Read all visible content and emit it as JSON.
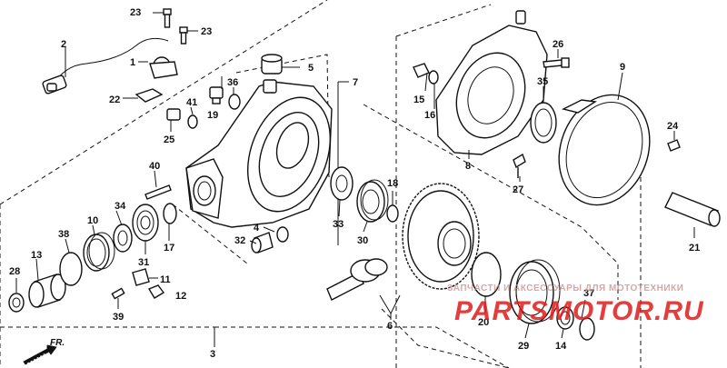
{
  "diagram": {
    "labels": {
      "p1": "1",
      "p2": "2",
      "p3": "3",
      "p4": "4",
      "p5": "5",
      "p6": "6",
      "p7": "7",
      "p8": "8",
      "p9": "9",
      "p10": "10",
      "p11": "11",
      "p12": "12",
      "p13": "13",
      "p14": "14",
      "p15": "15",
      "p16": "16",
      "p17": "17",
      "p18": "18",
      "p19": "19",
      "p20": "20",
      "p21": "21",
      "p22": "22",
      "p23a": "23",
      "p23b": "23",
      "p24": "24",
      "p25": "25",
      "p26": "26",
      "p27": "27",
      "p28": "28",
      "p29": "29",
      "p30": "30",
      "p31": "31",
      "p32": "32",
      "p33": "33",
      "p34": "34",
      "p35": "35",
      "p36": "36",
      "p37": "37",
      "p38": "38",
      "p39": "39",
      "p40": "40",
      "p41": "41"
    },
    "direction_label": "FR."
  },
  "watermark": {
    "tagline": "ЗАПЧАСТИ И АКСЕССУАРЫ ДЛЯ МОТОТЕХНИКИ",
    "brand": "PARTSMOTOR.RU",
    "color": "#e11b1b"
  }
}
